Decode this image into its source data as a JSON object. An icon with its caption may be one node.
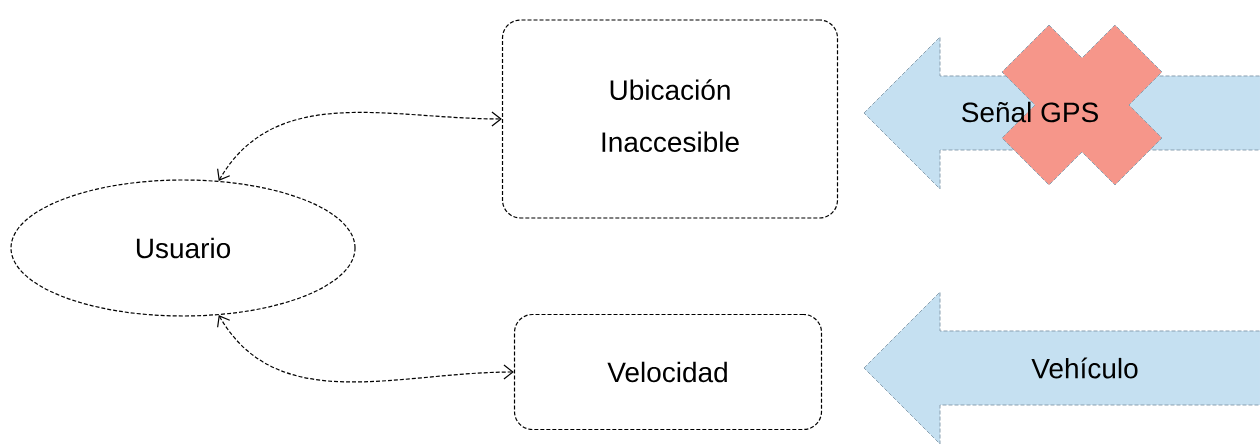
{
  "diagram": {
    "nodes": [
      {
        "text": [
          "Usuario"
        ]
      },
      {
        "text": [
          "Ubicación",
          "Inaccesible"
        ]
      },
      {
        "text": [
          "Velocidad"
        ]
      },
      {
        "text": [
          "Señal GPS"
        ]
      },
      {
        "text": [
          "Vehículo"
        ]
      }
    ],
    "edges": [
      {
        "from": 0,
        "to": 1,
        "arrow": "both",
        "style": "dashed"
      },
      {
        "from": 0,
        "to": 2,
        "arrow": "both",
        "style": "dashed"
      }
    ]
  }
}
